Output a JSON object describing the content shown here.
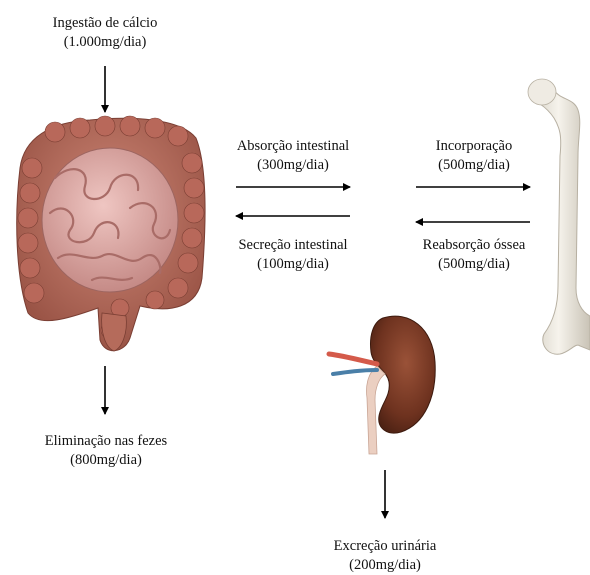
{
  "labels": {
    "intake": {
      "line1": "Ingestão de cálcio",
      "line2": "(1.000mg/dia)"
    },
    "absorption": {
      "line1": "Absorção intestinal",
      "line2": "(300mg/dia)"
    },
    "secretion": {
      "line1": "Secreção intestinal",
      "line2": "(100mg/dia)"
    },
    "incorporation": {
      "line1": "Incorporação",
      "line2": "(500mg/dia)"
    },
    "resorption": {
      "line1": "Reabsorção óssea",
      "line2": "(500mg/dia)"
    },
    "fecal": {
      "line1": "Eliminação nas fezes",
      "line2": "(800mg/dia)"
    },
    "urinary": {
      "line1": "Excreção urinária",
      "line2": "(200mg/dia)"
    }
  },
  "illustrations": {
    "intestine": "intestine-illustration",
    "bone": "femur-bone-illustration",
    "kidney": "kidney-illustration"
  },
  "colors": {
    "text": "#111111",
    "arrow": "#000000",
    "colon": "#b86a5c",
    "small_intestine": "#d7a3a0",
    "bone": "#ece8df",
    "kidney": "#7a3a26",
    "ureter": "#e9cbbd",
    "artery": "#d45a4a",
    "vein": "#4a7fa8"
  }
}
